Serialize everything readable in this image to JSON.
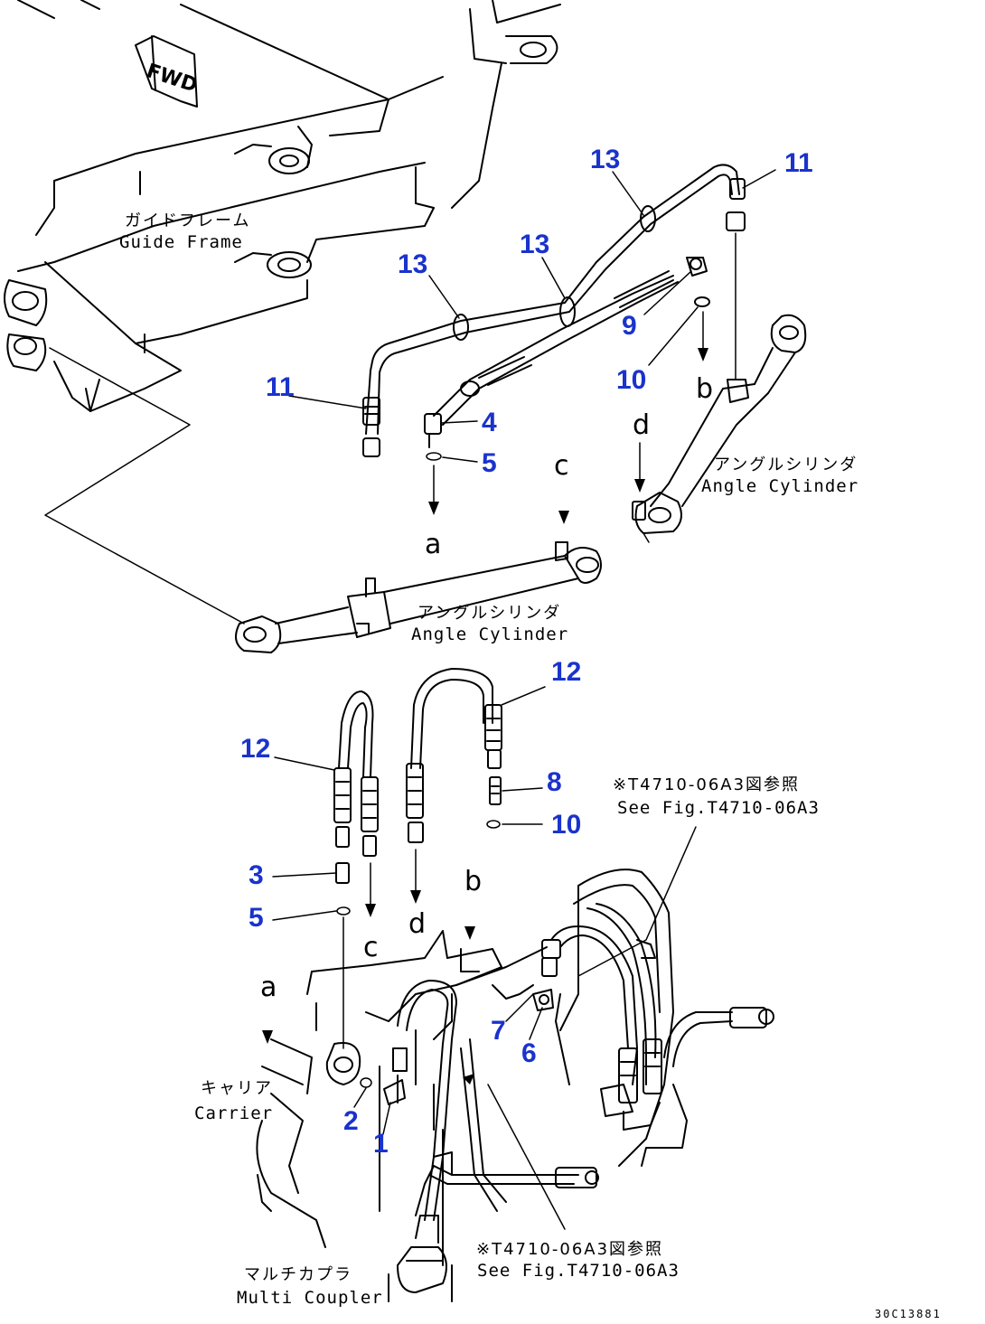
{
  "labels": {
    "guide_frame_jp": "ガイドフレーム",
    "guide_frame_en": "Guide Frame",
    "angle_cyl_right_jp": "アングルシリンダ",
    "angle_cyl_right_en": "Angle Cylinder",
    "angle_cyl_left_jp": "アングルシリンダ",
    "angle_cyl_left_en": "Angle Cylinder",
    "carrier_jp": "キャリア",
    "carrier_en": "Carrier",
    "multi_coupler_jp": "マルチカプラ",
    "multi_coupler_en": "Multi Coupler",
    "see_fig_top_jp": "※T4710-06A3図参照",
    "see_fig_top_en": "See Fig.T4710-06A3",
    "see_fig_bottom_jp": "※T4710-06A3図参照",
    "see_fig_bottom_en": "See Fig.T4710-06A3",
    "fwd": "FWD",
    "drawing_code": "30C13881"
  },
  "callouts": {
    "n1": "1",
    "n2": "2",
    "n3": "3",
    "n4": "4",
    "n5a": "5",
    "n5b": "5",
    "n6": "6",
    "n7": "7",
    "n8": "8",
    "n9": "9",
    "n10a": "10",
    "n10b": "10",
    "n11a": "11",
    "n11b": "11",
    "n12a": "12",
    "n12b": "12",
    "n13a": "13",
    "n13b": "13",
    "n13c": "13"
  },
  "connection_letters": {
    "a_top": "a",
    "a_bottom": "a",
    "b_top": "b",
    "b_bottom": "b",
    "c_top": "c",
    "c_bottom": "c",
    "d_top": "d",
    "d_bottom": "d"
  },
  "colors": {
    "callout": "#1a33cc",
    "line": "#000000",
    "background": "#ffffff"
  }
}
